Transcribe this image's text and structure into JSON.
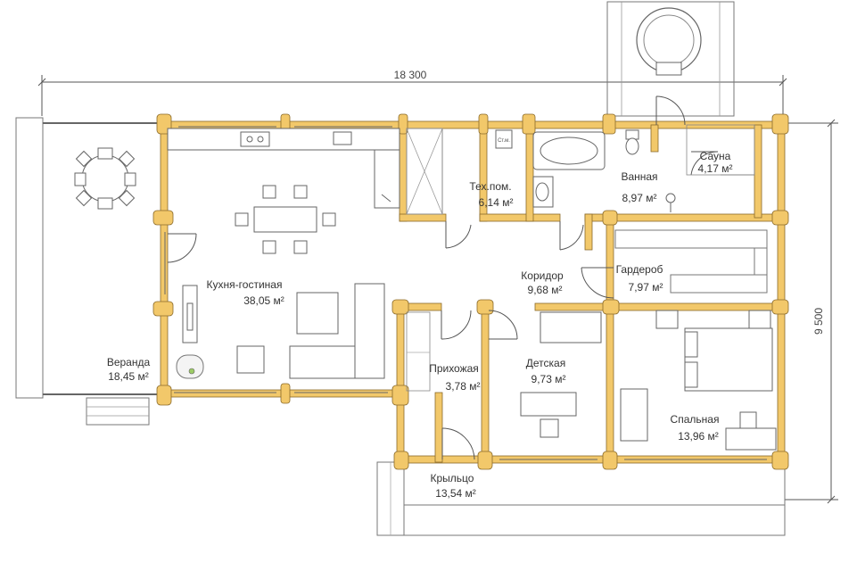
{
  "dimensions": {
    "width_label": "18 300",
    "height_label": "9 500"
  },
  "rooms": {
    "veranda": {
      "name": "Веранда",
      "area": "18,45 м²"
    },
    "kitchen": {
      "name": "Кухня-гостиная",
      "area": "38,05 м²"
    },
    "tech": {
      "name": "Тех.пом.",
      "area": "6,14 м²"
    },
    "bath": {
      "name": "Ванная",
      "area": "8,97 м²"
    },
    "sauna": {
      "name": "Сауна",
      "area": "4,17 м²"
    },
    "corridor": {
      "name": "Коридор",
      "area": "9,68 м²"
    },
    "wardrobe": {
      "name": "Гардероб",
      "area": "7,97 м²"
    },
    "hall": {
      "name": "Прихожая",
      "area": "3,78 м²"
    },
    "kids": {
      "name": "Детская",
      "area": "9,73 м²"
    },
    "bedroom": {
      "name": "Спальная",
      "area": "13,96 м²"
    },
    "porch": {
      "name": "Крыльцо",
      "area": "13,54 м²"
    }
  },
  "small_labels": {
    "boiler": "Ст.м."
  },
  "colors": {
    "log": "#f2c86a",
    "outline": "#8a6a2a"
  }
}
